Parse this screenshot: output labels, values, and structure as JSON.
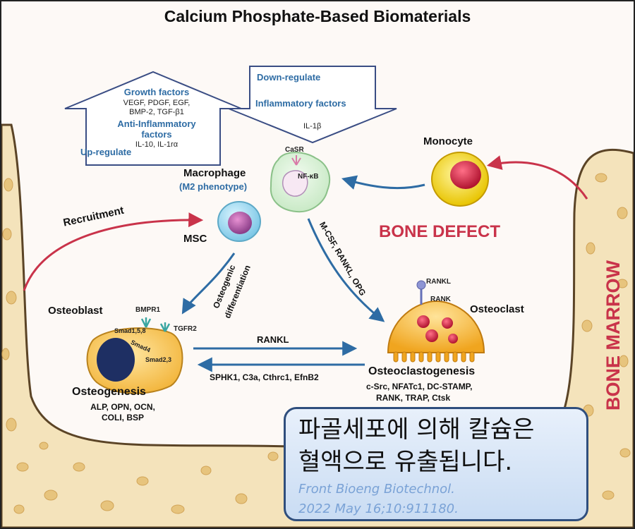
{
  "title": "Calcium Phosphate-Based Biomaterials",
  "immune": {
    "up_arrow": {
      "growth_factors": "Growth factors",
      "growth_list_1": "VEGF, PDGF, EGF,",
      "growth_list_2": "BMP-2, TGF-β1",
      "anti_inflammatory_1": "Anti-Inflammatory",
      "anti_inflammatory_2": "factors",
      "anti_list": "IL-10, IL-1rα",
      "label": "Up-regulate"
    },
    "down_arrow": {
      "label": "Down-regulate",
      "inflammatory_factors": "Inflammatory factors",
      "list": "IL-1β"
    }
  },
  "cells": {
    "macrophage": "Macrophage",
    "macrophage_sub": "(M2 phenotype)",
    "casr": "CaSR",
    "nfkb": "NF-κB",
    "monocyte": "Monocyte",
    "msc": "MSC",
    "osteoblast": "Osteoblast",
    "osteoclast": "Osteoclast"
  },
  "labels": {
    "recruitment": "Recruitment",
    "bone_defect": "BONE DEFECT",
    "bone_marrow": "BONE MARROW",
    "osteogenic_1": "Osteogenic",
    "osteogenic_2": "differentiation",
    "mcsf": "M-CSF, RANKL, OPG",
    "rankl_arrow": "RANKL",
    "sphk_arrow": "SPHK1, C3a, Cthrc1, EfnB2"
  },
  "osteoblast_detail": {
    "bmpr1": "BMPR1",
    "tgfr2": "TGFR2",
    "smad158": "Smad1,5,8",
    "smad4": "Smad4",
    "smad23": "Smad2,3",
    "heading": "Osteogenesis",
    "markers_1": "ALP, OPN, OCN,",
    "markers_2": "COLI, BSP"
  },
  "osteoclast_detail": {
    "rankl": "RANKL",
    "rank": "RANK",
    "heading": "Osteoclastogenesis",
    "markers_1": "c-Src, NFATc1, DC-STAMP,",
    "markers_2": "RANK, TRAP, Ctsk"
  },
  "callout": {
    "line1": "파골세포에 의해 칼슘은",
    "line2": "혈액으로 유출됩니다.",
    "cite1": "Front Bioeng Biotechnol.",
    "cite2": "2022 May 16;10:911180."
  },
  "colors": {
    "arrow_blue": "#2e6ca4",
    "arrow_red": "#c9334a",
    "bone_fill": "#f4e3bb",
    "bone_pore": "#e7c47d",
    "callout_border": "#2f4e7d"
  }
}
